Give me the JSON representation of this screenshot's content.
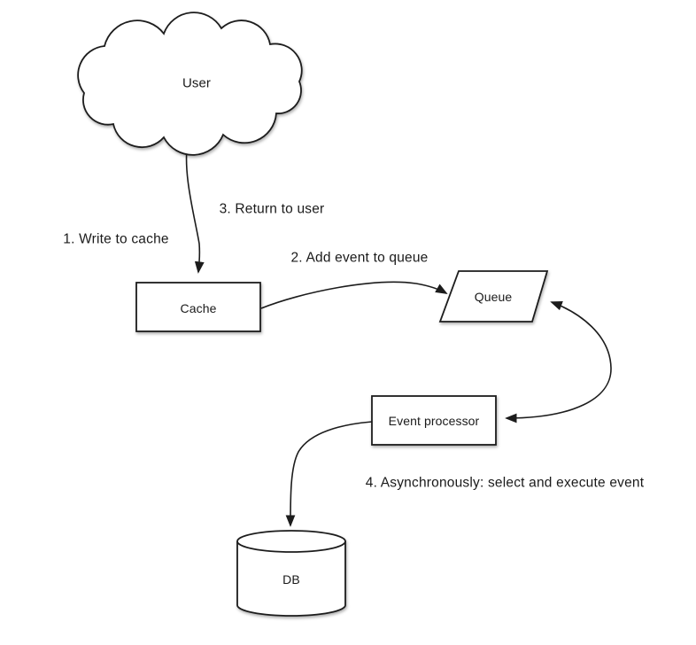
{
  "diagram": {
    "type": "flow-diagram",
    "topic": "write-through cache with asynchronous event queue",
    "colors": {
      "background": "#ffffff",
      "shape_fill": "#ffffff",
      "stroke": "#1c1c1c",
      "text": "#1a1a1a"
    },
    "nodes": {
      "user": {
        "label": "User",
        "shape": "cloud"
      },
      "cache": {
        "label": "Cache",
        "shape": "rectangle"
      },
      "queue": {
        "label": "Queue",
        "shape": "parallelogram"
      },
      "event_processor": {
        "label": "Event processor",
        "shape": "rectangle"
      },
      "db": {
        "label": "DB",
        "shape": "cylinder"
      }
    },
    "steps": {
      "step1": "1. Write to cache",
      "step2": "2. Add event to queue",
      "step3": "3. Return to user",
      "step4": "4. Asynchronously: select and execute event"
    },
    "edges": [
      {
        "from": "user",
        "to": "cache",
        "direction": "one-way",
        "labels": [
          "1. Write to cache",
          "3. Return to user"
        ]
      },
      {
        "from": "cache",
        "to": "queue",
        "direction": "one-way",
        "labels": [
          "2. Add event to queue"
        ]
      },
      {
        "from": "event_processor",
        "to": "queue",
        "direction": "two-way",
        "labels": []
      },
      {
        "from": "event_processor",
        "to": "db",
        "direction": "one-way",
        "labels": [
          "4. Asynchronously: select and execute event"
        ]
      }
    ]
  }
}
